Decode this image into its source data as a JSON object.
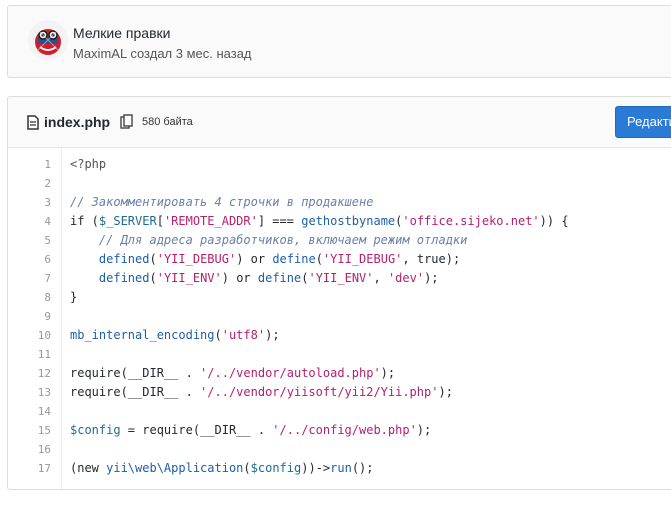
{
  "commit": {
    "title": "Мелкие правки",
    "author": "MaximAL",
    "meta": "создал 3 мес. назад"
  },
  "file": {
    "name": "index.php",
    "size": "580 байта",
    "edit_label": "Редактировать"
  },
  "code_lines": [
    {
      "n": "1",
      "tokens": [
        {
          "t": "<?php",
          "c": "tag"
        }
      ]
    },
    {
      "n": "2",
      "tokens": []
    },
    {
      "n": "3",
      "tokens": [
        {
          "t": "// Закомментировать 4 строчки в продакшене",
          "c": "comment"
        }
      ]
    },
    {
      "n": "4",
      "tokens": [
        {
          "t": "if (",
          "c": "kw"
        },
        {
          "t": "$_SERVER",
          "c": "var"
        },
        {
          "t": "[",
          "c": "op"
        },
        {
          "t": "'REMOTE_ADDR'",
          "c": "str"
        },
        {
          "t": "] === ",
          "c": "op"
        },
        {
          "t": "gethostbyname",
          "c": "fn"
        },
        {
          "t": "(",
          "c": "op"
        },
        {
          "t": "'office.sijeko.net'",
          "c": "str"
        },
        {
          "t": ")) {",
          "c": "op"
        }
      ]
    },
    {
      "n": "5",
      "tokens": [
        {
          "t": "    // Для адреса разработчиков, включаем режим отладки",
          "c": "comment"
        }
      ]
    },
    {
      "n": "6",
      "tokens": [
        {
          "t": "    ",
          "c": "op"
        },
        {
          "t": "defined",
          "c": "fn"
        },
        {
          "t": "(",
          "c": "op"
        },
        {
          "t": "'YII_DEBUG'",
          "c": "str"
        },
        {
          "t": ") or ",
          "c": "op"
        },
        {
          "t": "define",
          "c": "fn"
        },
        {
          "t": "(",
          "c": "op"
        },
        {
          "t": "'YII_DEBUG'",
          "c": "str"
        },
        {
          "t": ", true);",
          "c": "op"
        }
      ]
    },
    {
      "n": "7",
      "tokens": [
        {
          "t": "    ",
          "c": "op"
        },
        {
          "t": "defined",
          "c": "fn"
        },
        {
          "t": "(",
          "c": "op"
        },
        {
          "t": "'YII_ENV'",
          "c": "str"
        },
        {
          "t": ") or ",
          "c": "op"
        },
        {
          "t": "define",
          "c": "fn"
        },
        {
          "t": "(",
          "c": "op"
        },
        {
          "t": "'YII_ENV'",
          "c": "str"
        },
        {
          "t": ", ",
          "c": "op"
        },
        {
          "t": "'dev'",
          "c": "str"
        },
        {
          "t": ");",
          "c": "op"
        }
      ]
    },
    {
      "n": "8",
      "tokens": [
        {
          "t": "}",
          "c": "op"
        }
      ]
    },
    {
      "n": "9",
      "tokens": []
    },
    {
      "n": "10",
      "tokens": [
        {
          "t": "mb_internal_encoding",
          "c": "fn"
        },
        {
          "t": "(",
          "c": "op"
        },
        {
          "t": "'utf8'",
          "c": "str"
        },
        {
          "t": ");",
          "c": "op"
        }
      ]
    },
    {
      "n": "11",
      "tokens": []
    },
    {
      "n": "12",
      "tokens": [
        {
          "t": "require(__DIR__ . ",
          "c": "op"
        },
        {
          "t": "'/../vendor/autoload.php'",
          "c": "str"
        },
        {
          "t": ");",
          "c": "op"
        }
      ]
    },
    {
      "n": "13",
      "tokens": [
        {
          "t": "require(__DIR__ . ",
          "c": "op"
        },
        {
          "t": "'/../vendor/yiisoft/yii2/Yii.php'",
          "c": "str"
        },
        {
          "t": ");",
          "c": "op"
        }
      ]
    },
    {
      "n": "14",
      "tokens": []
    },
    {
      "n": "15",
      "tokens": [
        {
          "t": "$config",
          "c": "var"
        },
        {
          "t": " = require(__DIR__ . ",
          "c": "op"
        },
        {
          "t": "'/../config/web.php'",
          "c": "str"
        },
        {
          "t": ");",
          "c": "op"
        }
      ]
    },
    {
      "n": "16",
      "tokens": []
    },
    {
      "n": "17",
      "tokens": [
        {
          "t": "(new ",
          "c": "op"
        },
        {
          "t": "yii\\web\\Application",
          "c": "fn"
        },
        {
          "t": "(",
          "c": "op"
        },
        {
          "t": "$config",
          "c": "var"
        },
        {
          "t": "))->",
          "c": "op"
        },
        {
          "t": "run",
          "c": "fn"
        },
        {
          "t": "();",
          "c": "op"
        }
      ]
    }
  ]
}
